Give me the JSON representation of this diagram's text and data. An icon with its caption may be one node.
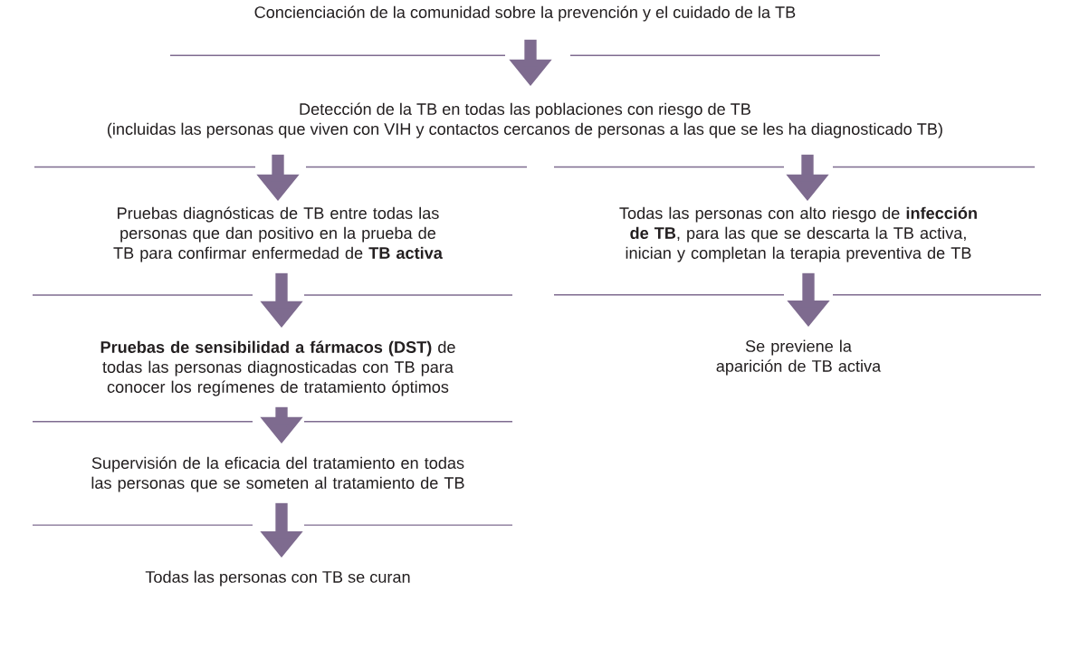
{
  "diagram": {
    "nodes": [
      {
        "text": [
          "Concienciación de la comunidad sobre la prevención y el cuidado de la TB"
        ]
      },
      {
        "text": [
          "Detección de la TB en todas las poblaciones con riesgo de TB",
          "(incluidas las personas que viven con VIH y contactos cercanos de personas a las que se les ha diagnosticado TB)"
        ]
      },
      {
        "text": [
          "Pruebas diagnósticas de TB entre todas las personas que dan positivo en la prueba de TB para confirmar enfermedad de **TB activa**"
        ]
      },
      {
        "text": [
          "Todas las personas con alto riesgo de **infección de TB**, para las que se descarta la TB activa, inician y completan la terapia preventiva de TB"
        ]
      },
      {
        "text": [
          "**Pruebas de sensibilidad a fármacos (DST)** de todas las personas diagnosticadas con TB para conocer los regímenes de tratamiento óptimos"
        ]
      },
      {
        "text": [
          "Se previene la aparición de TB activa"
        ]
      },
      {
        "text": [
          "Supervisión de la eficacia del tratamiento en todas las personas que se someten al tratamiento de TB"
        ]
      },
      {
        "text": [
          "Todas las personas con TB se curan"
        ]
      }
    ],
    "edges": [
      {
        "from": 0,
        "to": 1,
        "arrow": "to"
      },
      {
        "from": 1,
        "to": 2,
        "arrow": "to"
      },
      {
        "from": 1,
        "to": 3,
        "arrow": "to"
      },
      {
        "from": 2,
        "to": 4,
        "arrow": "to"
      },
      {
        "from": 3,
        "to": 5,
        "arrow": "to"
      },
      {
        "from": 4,
        "to": 6,
        "arrow": "to"
      },
      {
        "from": 6,
        "to": 7,
        "arrow": "to"
      }
    ]
  }
}
